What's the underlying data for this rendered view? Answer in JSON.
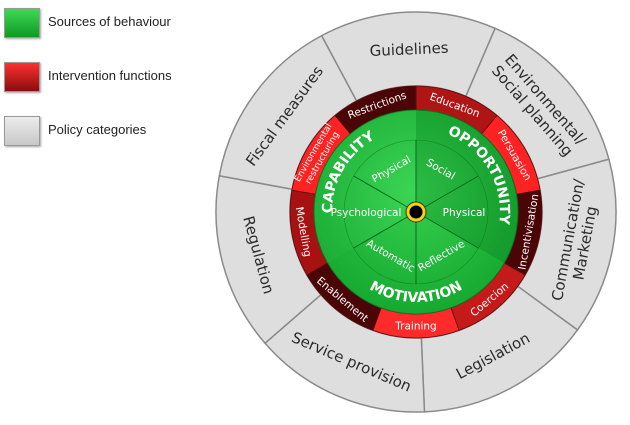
{
  "legend": [
    {
      "label": "Sources of behaviour",
      "color": "#1fbf3a"
    },
    {
      "label": "Intervention functions",
      "color": "#c01818"
    },
    {
      "label": "Policy categories",
      "color": "#d8d8d8"
    }
  ],
  "policy_categories": [
    {
      "label": [
        "Environmental/",
        "Social planning"
      ]
    },
    {
      "label": [
        "Communication/",
        "Marketing"
      ]
    },
    {
      "label": [
        "Legislation"
      ]
    },
    {
      "label": [
        "Service provision"
      ]
    },
    {
      "label": [
        "Regulation"
      ]
    },
    {
      "label": [
        "Fiscal measures"
      ]
    },
    {
      "label": [
        "Guidelines"
      ]
    }
  ],
  "intervention_functions": [
    {
      "label": [
        "Education"
      ],
      "color": "#b01515"
    },
    {
      "label": [
        "Persuasion"
      ],
      "color": "#ff2222"
    },
    {
      "label": [
        "Incentivisation"
      ],
      "color": "#4a0606"
    },
    {
      "label": [
        "Coercion"
      ],
      "color": "#c41a1a"
    },
    {
      "label": [
        "Training"
      ],
      "color": "#ff2a2a"
    },
    {
      "label": [
        "Enablement"
      ],
      "color": "#4a0606"
    },
    {
      "label": [
        "Modelling"
      ],
      "color": "#a61212"
    },
    {
      "label": [
        "Environmental",
        "restructuring"
      ],
      "color": "#ff2222"
    },
    {
      "label": [
        "Restrictions"
      ],
      "color": "#4a0606"
    }
  ],
  "sources": {
    "groups": [
      {
        "label": "CAPABILITY"
      },
      {
        "label": "OPPORTUNITY"
      },
      {
        "label": "MOTIVATION"
      }
    ],
    "components": [
      {
        "label": "Social"
      },
      {
        "label": "Physical"
      },
      {
        "label": "Reflective"
      },
      {
        "label": "Automatic"
      },
      {
        "label": "Psychological"
      },
      {
        "label": "Physical"
      }
    ]
  }
}
